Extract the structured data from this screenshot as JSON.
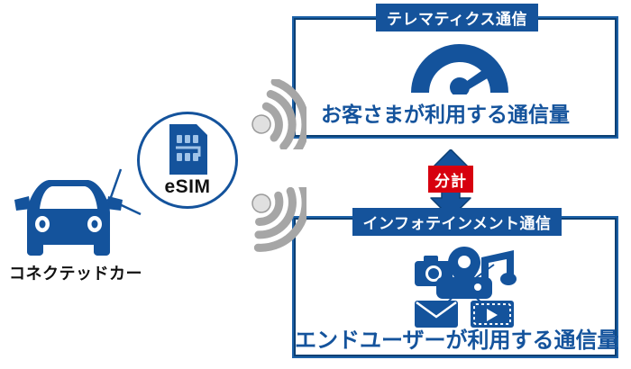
{
  "diagram": {
    "title": "eSIM connected car data split diagram",
    "colors": {
      "primary_blue": "#14539c",
      "badge_blue": "#15539b",
      "dark_blue_border": "#0b3f73",
      "mid_blue_border": "#1d62a8",
      "red_badge": "#d7000f",
      "signal_gray": "#a6a6a6",
      "text_black": "#111111",
      "white": "#ffffff"
    }
  },
  "vehicle": {
    "label": "コネクテッドカー",
    "icon": "car-front-icon"
  },
  "esim": {
    "label": "eSIM",
    "icon": "sim-card-icon",
    "bubble": "circle-callout"
  },
  "signals": {
    "top": {
      "icon": "wifi-signal-icon"
    },
    "bottom": {
      "icon": "wifi-signal-icon"
    }
  },
  "split": {
    "badge_label": "分計",
    "arrow": "double-headed-vertical-arrow-icon"
  },
  "sections": [
    {
      "id": "telematics",
      "badge_label": "テレマティクス通信",
      "caption": "お客さまが利用する通信量",
      "icon": "speedometer-gauge-icon"
    },
    {
      "id": "infotainment",
      "badge_label": "インフォテインメント通信",
      "caption": "エンドユーザーが利用する通信量",
      "icon": "infotainment-hub-icon",
      "sub_icons": [
        "camera-icon",
        "location-pin-icon",
        "music-note-icon",
        "media-hub-icon",
        "envelope-icon",
        "video-player-icon"
      ]
    }
  ]
}
